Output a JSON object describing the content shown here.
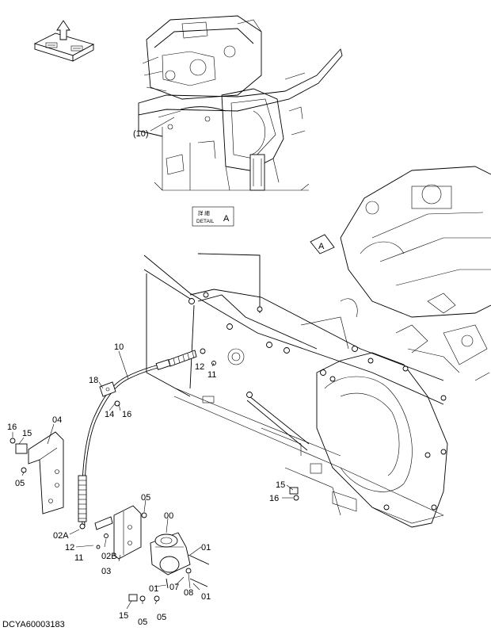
{
  "document_code": "DCYA60003183",
  "detail_box": {
    "japanese": "詳 細",
    "english": "DETAIL",
    "letter": "A"
  },
  "view_marker": "A",
  "labels": {
    "p00": "00",
    "p01a": "01",
    "p01b": "01",
    "p01c": "01",
    "p02a": "02A",
    "p02b": "02B",
    "p03": "03",
    "p04": "04",
    "p05a": "05",
    "p05b": "05",
    "p05c": "05",
    "p05d": "05",
    "p07": "07",
    "p08": "08",
    "p10": "10",
    "p10paren": "(10)",
    "p11a": "11",
    "p11b": "11",
    "p12a": "12",
    "p12b": "12",
    "p14": "14",
    "p15a": "15",
    "p15b": "15",
    "p15c": "15",
    "p16a": "16",
    "p16b": "16",
    "p16c": "16",
    "p18": "18"
  },
  "colors": {
    "line": "#000000",
    "background": "#ffffff"
  }
}
